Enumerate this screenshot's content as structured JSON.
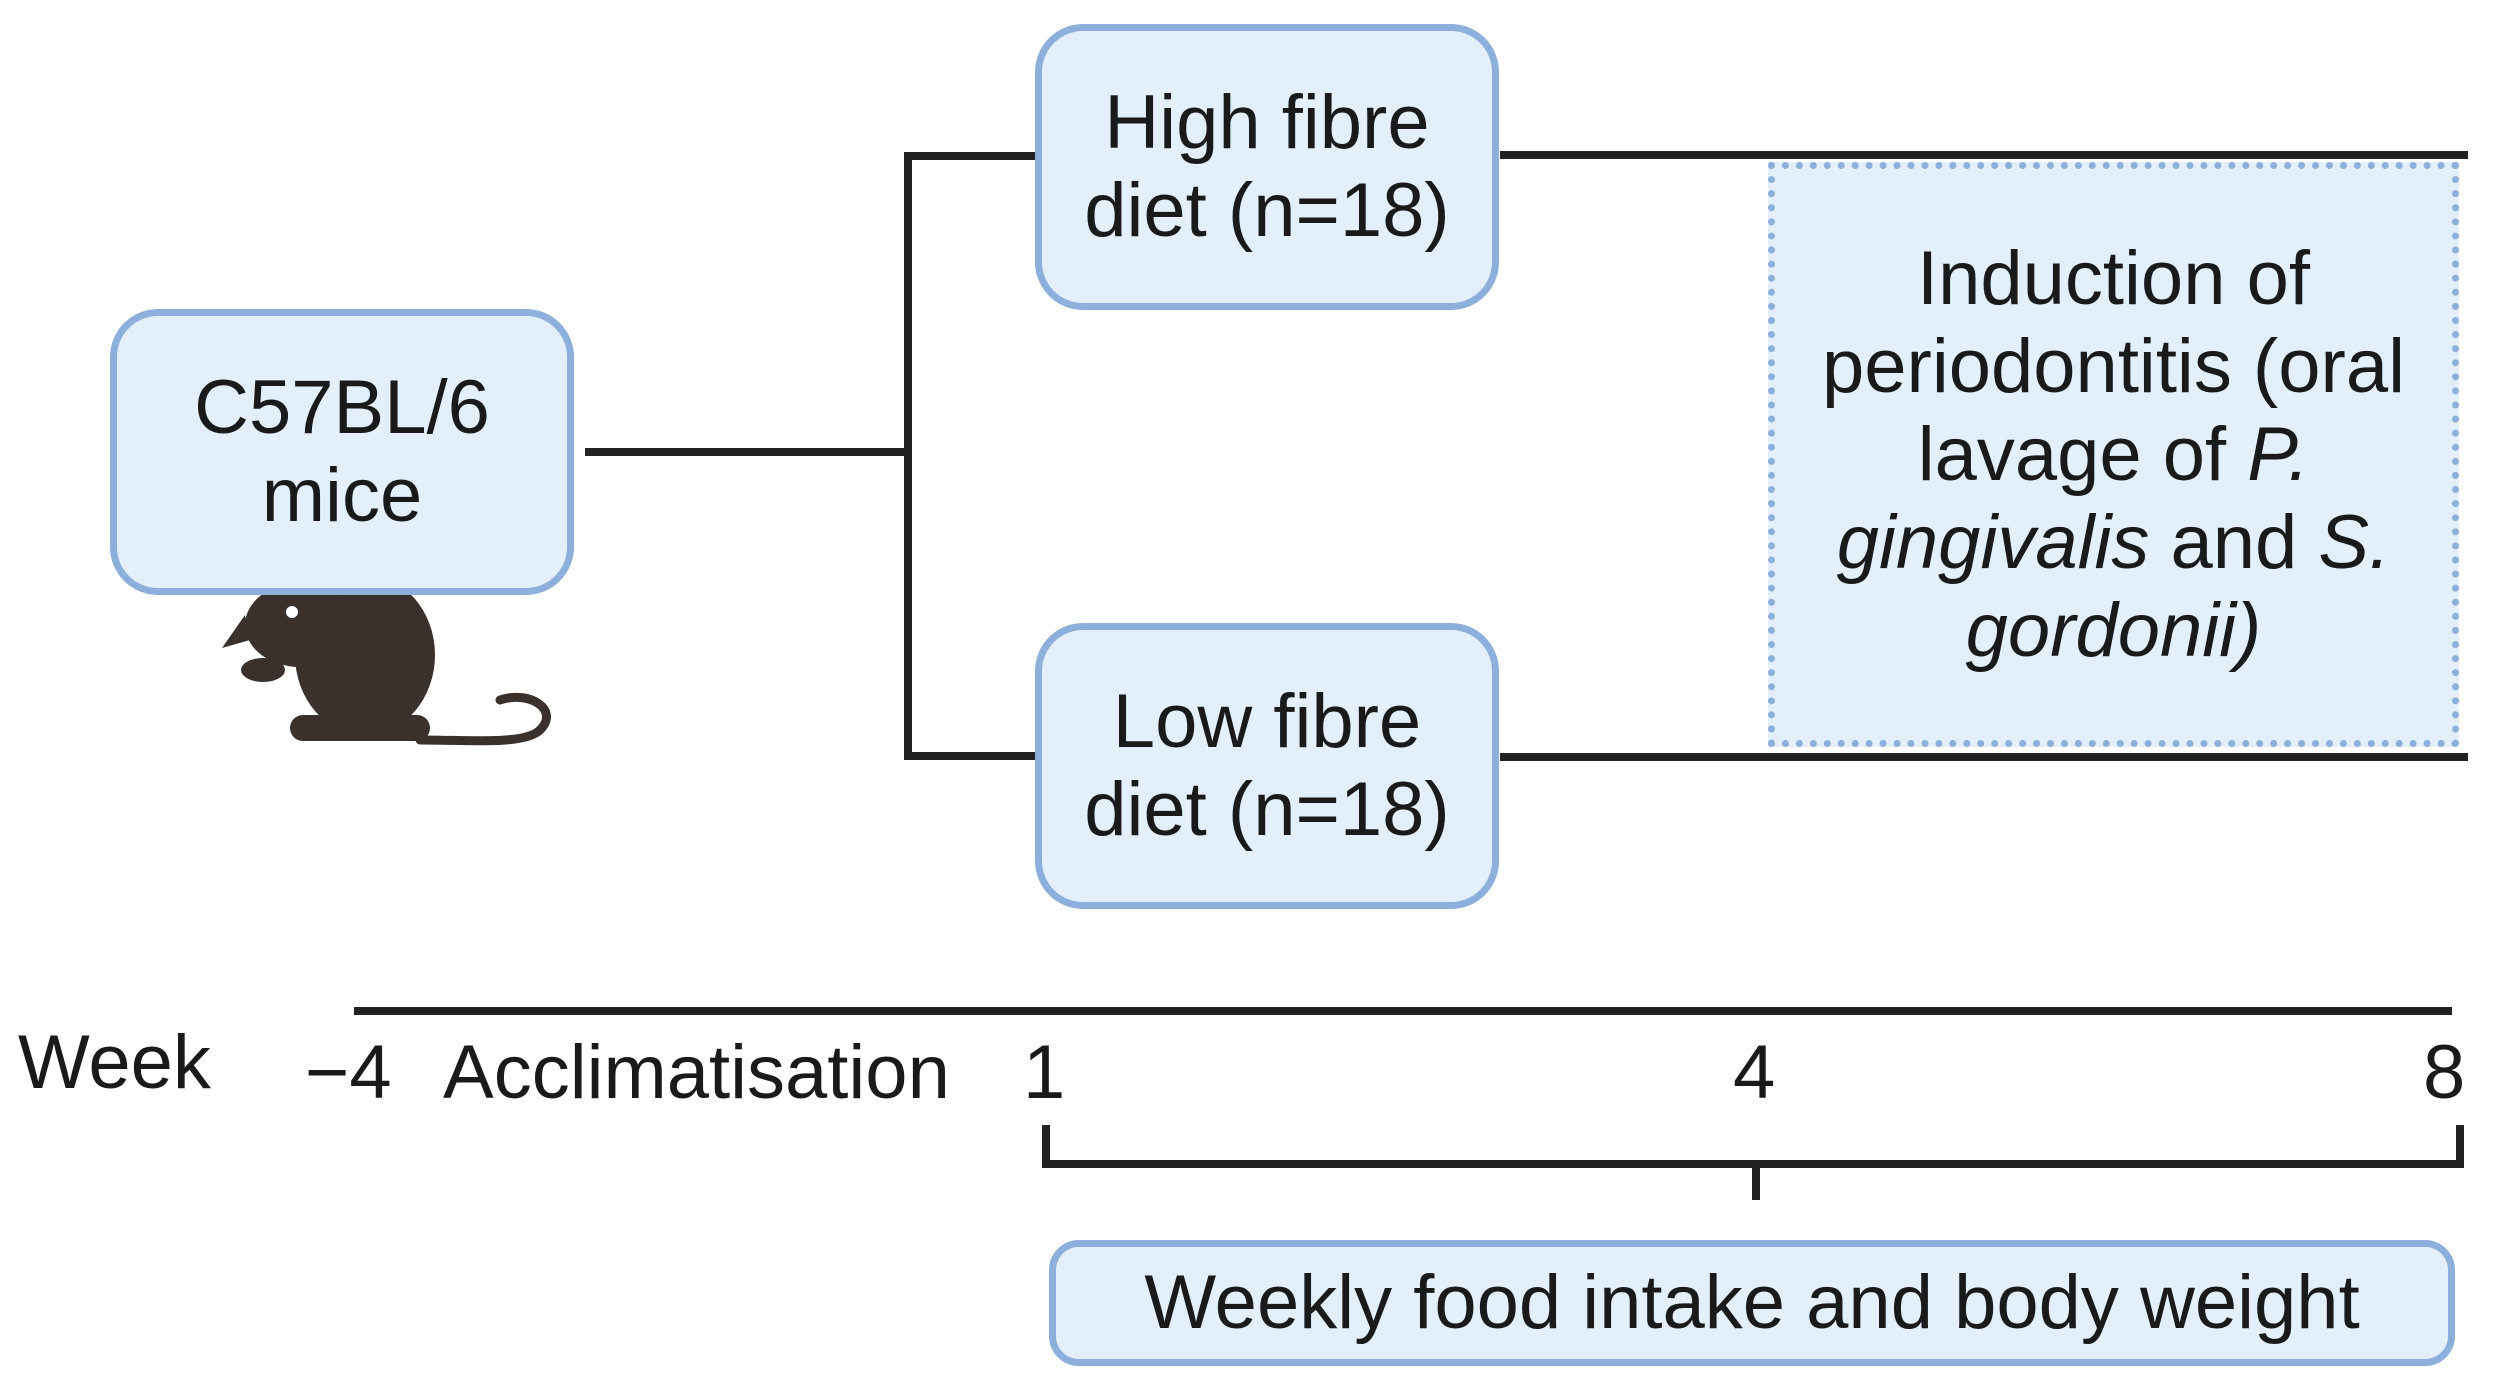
{
  "boxes": {
    "mice": [
      "C57BL/6",
      "mice"
    ],
    "high_fibre": [
      "High fibre",
      "diet (n=18)"
    ],
    "low_fibre": [
      "Low fibre",
      "diet (n=18)"
    ],
    "weekly": "Weekly food intake and body weight"
  },
  "induction": {
    "line1": "Induction of",
    "line2": "periodontitis (oral",
    "line3_a": "lavage of ",
    "line3_b": "P.",
    "line4_a": "gingivalis",
    "line4_b": " and ",
    "line4_c": "S.",
    "line5": "gordonii)"
  },
  "timeline": {
    "label": "Week",
    "tick_m4": "−4",
    "acclimatisation": "Acclimatisation",
    "tick_1": "1",
    "tick_4": "4",
    "tick_8": "8"
  },
  "icons": {
    "mouse": "mouse-icon"
  },
  "colors": {
    "box_fill": "#e3effb",
    "box_border": "#8cb0db",
    "line": "#222222",
    "mouse": "#3a302c"
  }
}
